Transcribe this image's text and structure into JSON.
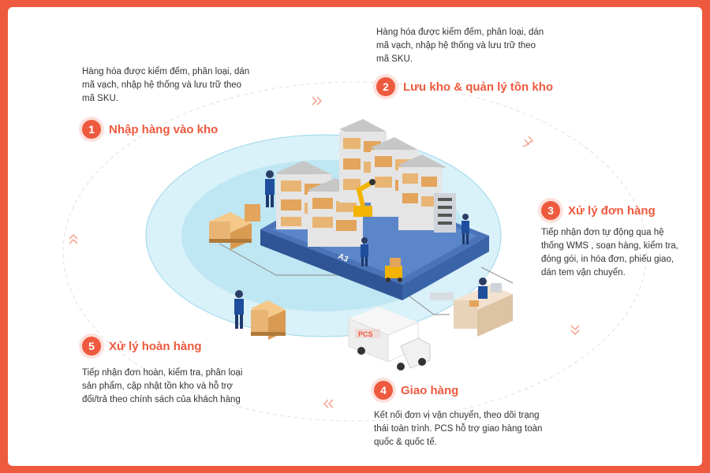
{
  "colors": {
    "accent": "#ee5a3e",
    "frame": "#ee5a3e",
    "text": "#333333",
    "platform": "#4a73b8",
    "glow": "#bfe6f3"
  },
  "steps": [
    {
      "number": "1",
      "title": "Nhập hàng vào kho",
      "desc": "Hàng hóa được kiểm đếm, phân loại, dán mã vạch, nhập hệ thống và lưu trữ theo mã SKU."
    },
    {
      "number": "2",
      "title": "Lưu kho & quản lý tồn kho",
      "desc": "Hàng hóa được kiểm đếm, phân loại, dán mã vạch, nhập hệ thống và lưu trữ theo mã SKU."
    },
    {
      "number": "3",
      "title": "Xử lý đơn hàng",
      "desc": "Tiếp nhận đơn tự động qua hệ thống WMS , soạn hàng, kiểm tra, đóng gói, in hóa đơn, phiếu giao, dán tem vận chuyển."
    },
    {
      "number": "4",
      "title": "Giao hàng",
      "desc": "Kết nối đơn vị vận chuyển, theo dõi trạng thái toàn trình. PCS hỗ trợ giao hàng toàn quốc & quốc tế."
    },
    {
      "number": "5",
      "title": "Xử lý hoàn hàng",
      "desc": "Tiếp nhận đơn hoàn, kiểm tra, phân loại sản phẩm, cập nhật tồn kho và hỗ trợ đổi/trả theo chính sách của khách hàng"
    }
  ],
  "illustration": {
    "zone_label": "A3",
    "truck_logo": "PCS"
  }
}
